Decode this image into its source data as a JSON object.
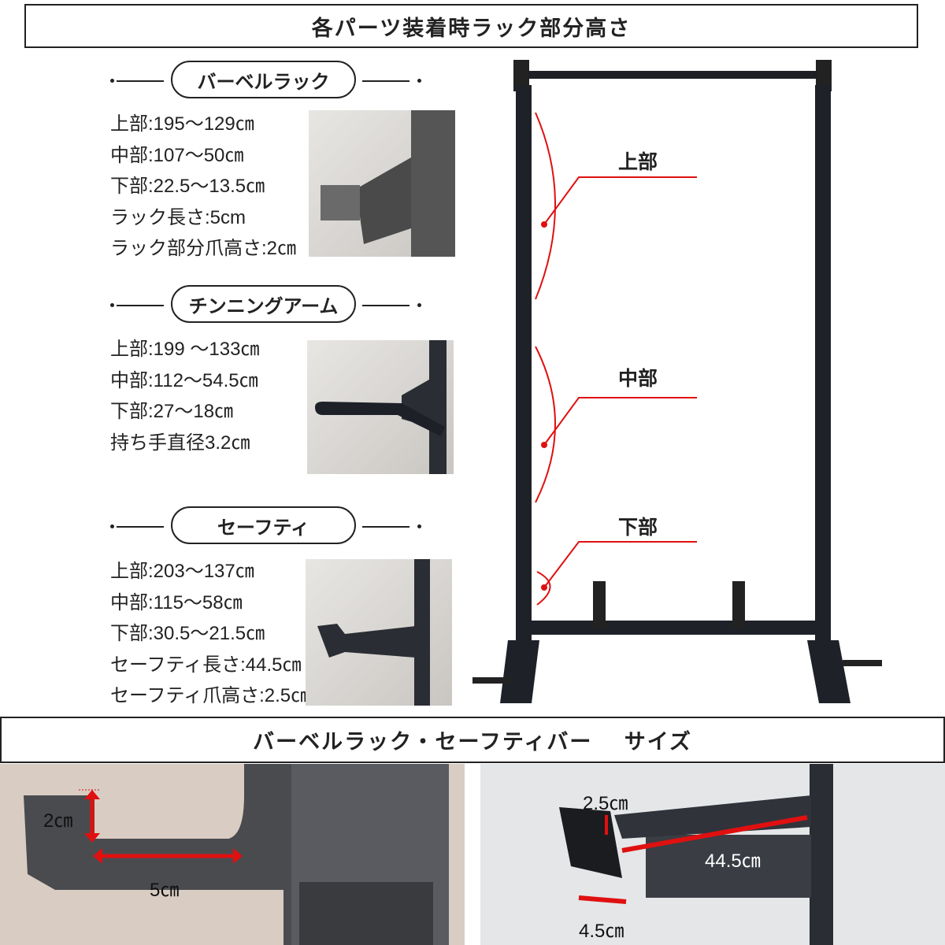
{
  "title": "各パーツ装着時ラック部分高さ",
  "sections": [
    {
      "name": "バーベルラック",
      "specs": [
        "上部:195〜129㎝",
        "中部:107〜50㎝",
        "下部:22.5〜13.5㎝",
        "ラック長さ:5cm",
        "ラック部分爪高さ:2㎝"
      ]
    },
    {
      "name": "チンニングアーム",
      "specs": [
        "上部:199 〜133㎝",
        "中部:112〜54.5㎝",
        "下部:27〜18㎝",
        "持ち手直径3.2㎝"
      ]
    },
    {
      "name": "セーフティ",
      "specs": [
        "上部:203〜137㎝",
        "中部:115〜58㎝",
        "下部:30.5〜21.5㎝",
        "セーフティ長さ:44.5㎝",
        "セーフティ爪高さ:2.5㎝"
      ]
    }
  ],
  "rack_labels": {
    "upper": "上部",
    "middle": "中部",
    "lower": "下部"
  },
  "size_header": "バーベルラック・セーフティバー　 サイズ",
  "barbell_dims": {
    "height": "2㎝",
    "length": "5㎝"
  },
  "safety_dims": {
    "height": "2.5㎝",
    "length": "44.5㎝",
    "width": "4.5㎝"
  },
  "colors": {
    "accent": "#e01010"
  }
}
